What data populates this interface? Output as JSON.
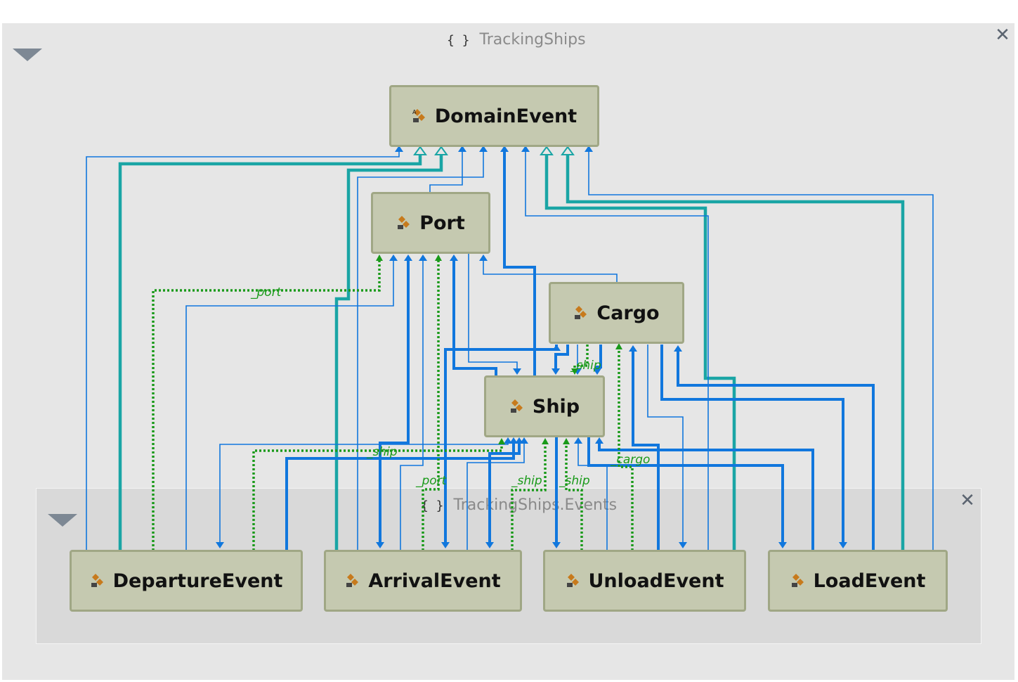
{
  "outer_package": {
    "name": "TrackingShips",
    "namespace_glyph": "{ }",
    "close_glyph": "✕"
  },
  "inner_package": {
    "name": "TrackingShips.Events",
    "namespace_glyph": "{ }",
    "close_glyph": "✕"
  },
  "classes": {
    "domain_event": "DomainEvent",
    "port": "Port",
    "cargo": "Cargo",
    "ship": "Ship",
    "departure_event": "DepartureEvent",
    "arrival_event": "ArrivalEvent",
    "unload_event": "UnloadEvent",
    "load_event": "LoadEvent"
  },
  "edge_labels": {
    "port_departure": "_port",
    "ship_cargo": "_ship",
    "ship_departure": "_ship",
    "cargo_unload": "_cargo",
    "port_arrival": "_port",
    "ship_arrival": "_ship",
    "ship_unload": "_ship"
  },
  "colors": {
    "background": "#e6e6e6",
    "inner_package_background": "#d9d9d9",
    "class_fill": "#c5c9b0",
    "class_border": "#a0a785",
    "inheritance": "#1aa5a5",
    "reference": "#1177dd",
    "association": "#1a9a1a"
  }
}
